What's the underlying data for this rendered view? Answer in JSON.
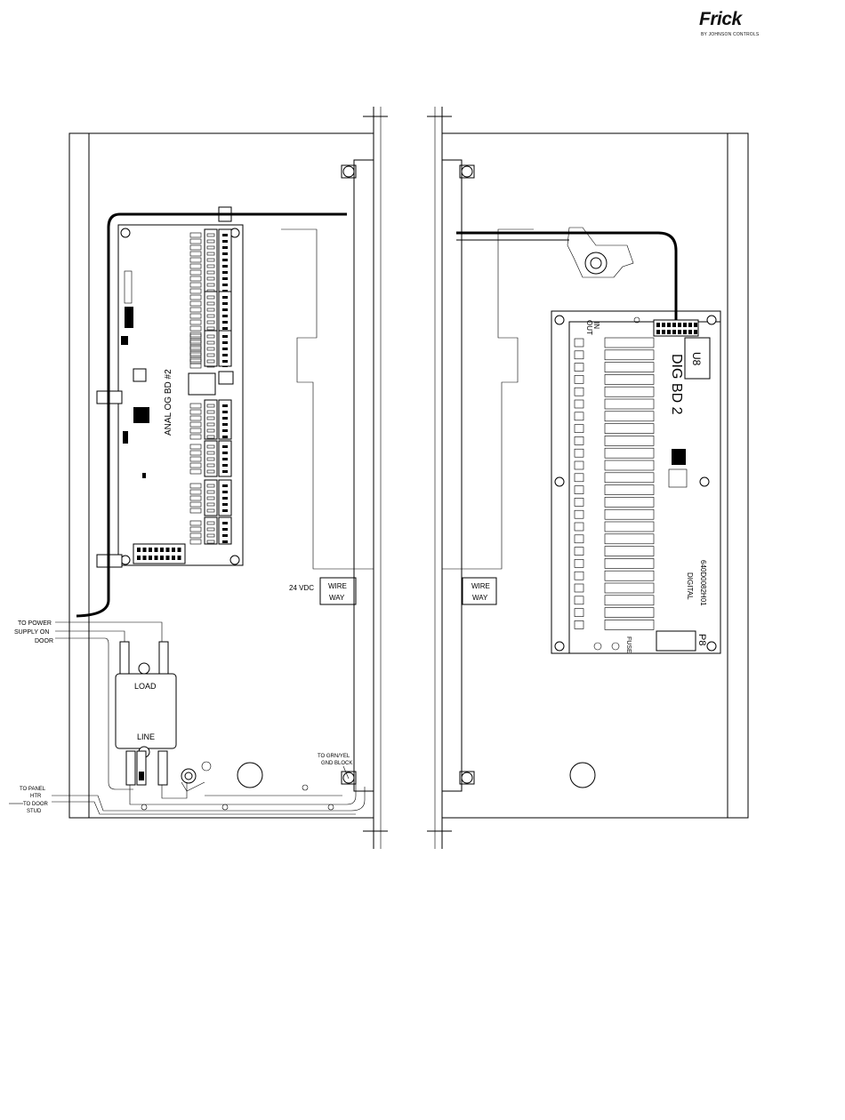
{
  "logo": {
    "brand": "Frick",
    "tagline": "BY JOHNSON CONTROLS"
  },
  "left_panel": {
    "board_label": "ANAL OG BD #2",
    "supply_label": "24 VDC",
    "wireway_label_1": "WIRE",
    "wireway_label_2": "WAY",
    "callout_power": [
      "TO POWER",
      "SUPPLY ON",
      "DOOR"
    ],
    "filter_load": "LOAD",
    "filter_line": "LINE",
    "callout_gnd": [
      "TO GRN/YEL",
      "GND BLOCK"
    ],
    "callout_panel": [
      "TO PANEL",
      "HTR"
    ],
    "callout_door": [
      "TO DOOR",
      "STUD"
    ]
  },
  "right_panel": {
    "board_label": "DIG BD 2",
    "chip_label": "U8",
    "part_number": "640D0082H01",
    "board_type": "DIGITAL",
    "in_label": "IN",
    "out_label": "OUT",
    "fuse_label": "FUSE",
    "p8_label": "P8",
    "wireway_label_1": "WIRE",
    "wireway_label_2": "WAY"
  }
}
